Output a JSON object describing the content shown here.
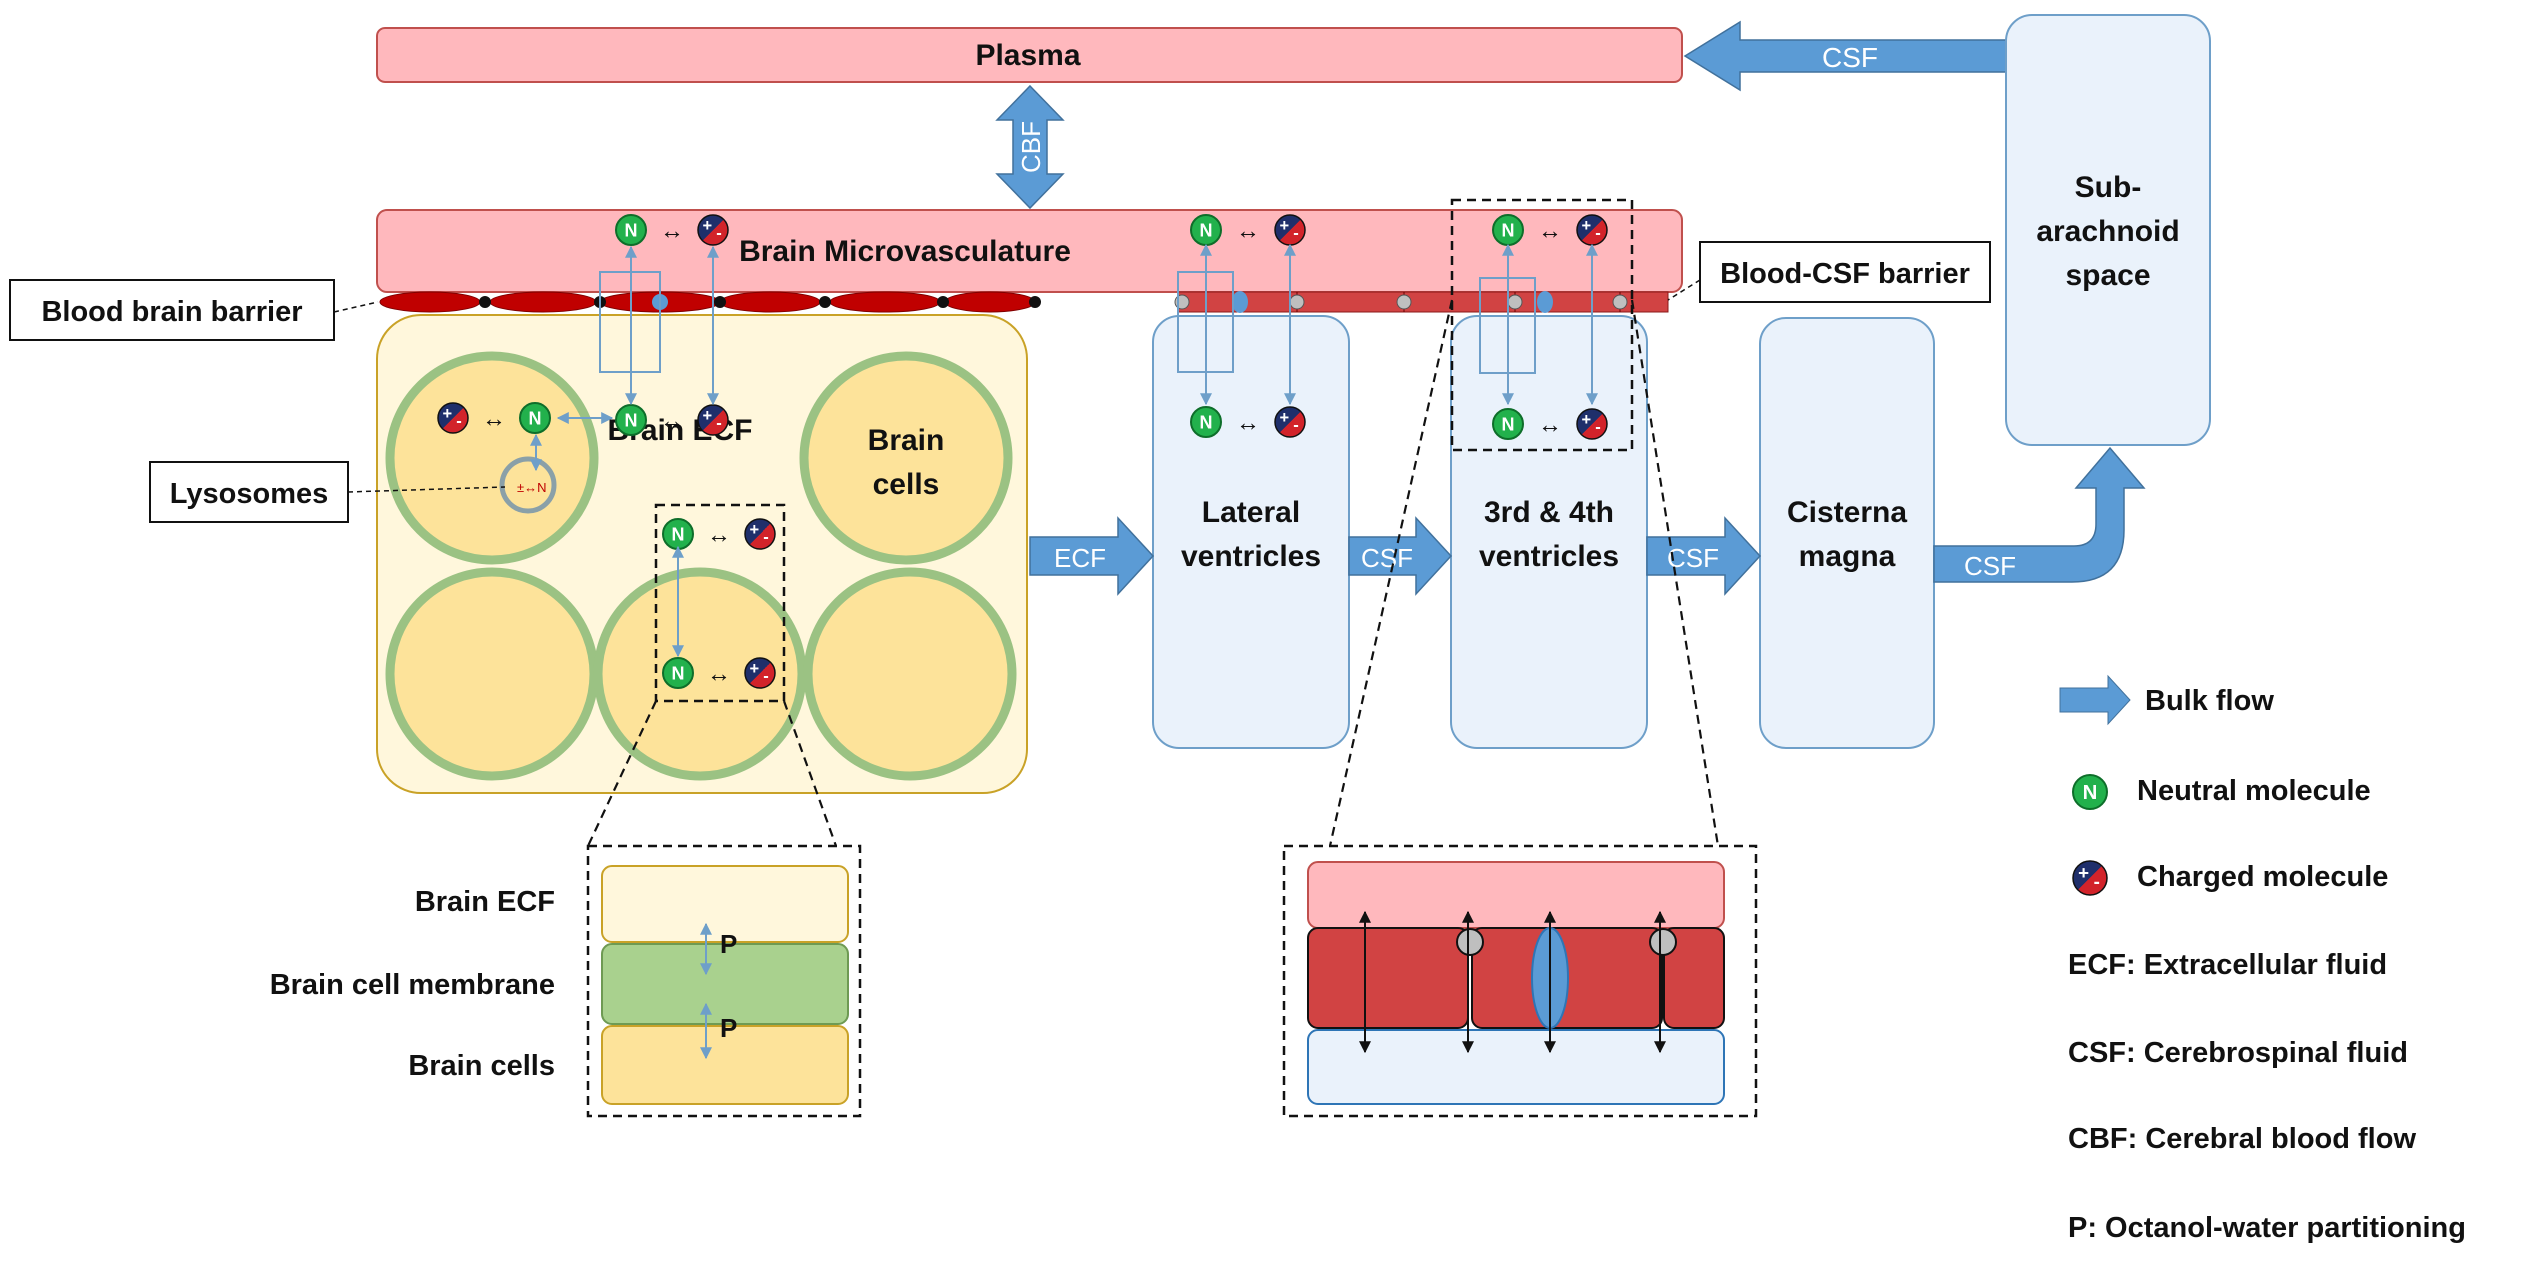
{
  "boxes": {
    "plasma": "Plasma",
    "microvasculature": "Brain Microvasculature",
    "brain_ecf": "Brain ECF",
    "brain_cells": [
      "Brain",
      "cells"
    ],
    "lateral_ventricles": [
      "Lateral",
      "ventricles"
    ],
    "third_fourth_ventricles": [
      "3rd & 4th",
      "ventricles"
    ],
    "cisterna_magna": [
      "Cisterna",
      "magna"
    ],
    "subarachnoid": [
      "Sub-",
      "arachnoid",
      "space"
    ]
  },
  "callouts": {
    "bbb": "Blood brain barrier",
    "bcsf": "Blood-CSF barrier",
    "lysosomes": "Lysosomes"
  },
  "flows": {
    "csf_top": "CSF",
    "cbf": "CBF",
    "ecf": "ECF",
    "csf1": "CSF",
    "csf2": "CSF",
    "csf3": "CSF"
  },
  "molecules": {
    "neutral": "N",
    "arrow": "↔",
    "pos": "+",
    "neg": "-"
  },
  "inset_membrane": {
    "layers": [
      "Brain ECF",
      "Brain cell membrane",
      "Brain cells"
    ],
    "partition": "P"
  },
  "legend": {
    "bulk_flow": "Bulk flow",
    "neutral": "Neutral molecule",
    "charged": "Charged molecule",
    "ecf": "ECF: Extracellular fluid",
    "csf": "CSF: Cerebrospinal fluid",
    "cbf": "CBF: Cerebral blood flow",
    "p": "P: Octanol-water partitioning"
  },
  "colors": {
    "pink": "#FFB8BD",
    "red": "#C91A22",
    "lightblue": "#EAF2FB",
    "blueborder": "#6E9FC9",
    "flow": "#5B9BD5",
    "ecf_bg": "#FFF7DC",
    "cell": "#FDE39A",
    "cell_ring": "#A8CB8E",
    "green": "#22B14C",
    "navy": "#1F2F6B"
  }
}
